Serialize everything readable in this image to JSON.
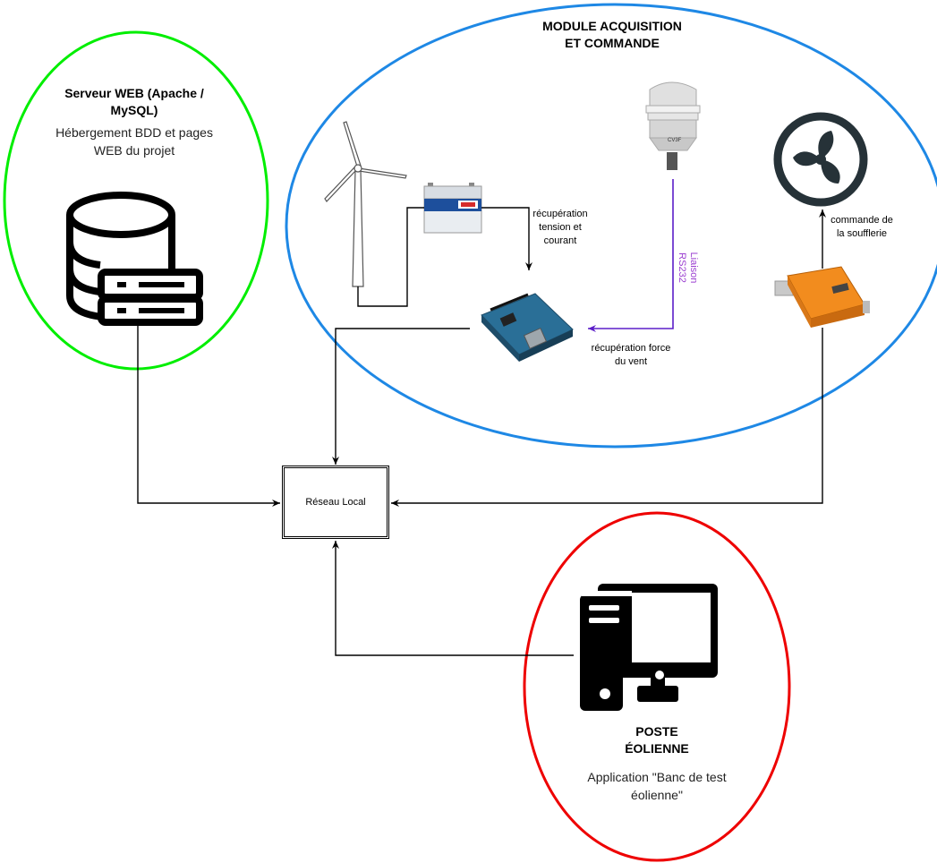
{
  "server": {
    "title": "Serveur WEB (Apache / MySQL)",
    "subtitle": "Hébergement BDD et pages WEB du projet",
    "ellipse_color": "#00ee00"
  },
  "module": {
    "title": "MODULE ACQUISITION ET COMMANDE",
    "ellipse_color": "#1e88e5"
  },
  "poste": {
    "title": "POSTE ÉOLIENNE",
    "subtitle": "Application \"Banc de test éolienne\"",
    "ellipse_color": "#ee0000"
  },
  "network": {
    "label": "Réseau Local"
  },
  "edges": {
    "tension_courant": "récupération tension et courant",
    "rs232": "Liaison RS232",
    "force_vent": "récupération force du vent",
    "soufflerie": "commande de la soufflerie"
  },
  "colors": {
    "rs232": "#5c1ec8",
    "rs232_text": "#9b3fd0"
  },
  "icons": [
    "database-server-icon",
    "wind-turbine-icon",
    "battery-icon",
    "anemometer-icon",
    "fan-icon",
    "arduino-ethernet-icon",
    "io-module-icon",
    "desktop-computer-icon"
  ]
}
